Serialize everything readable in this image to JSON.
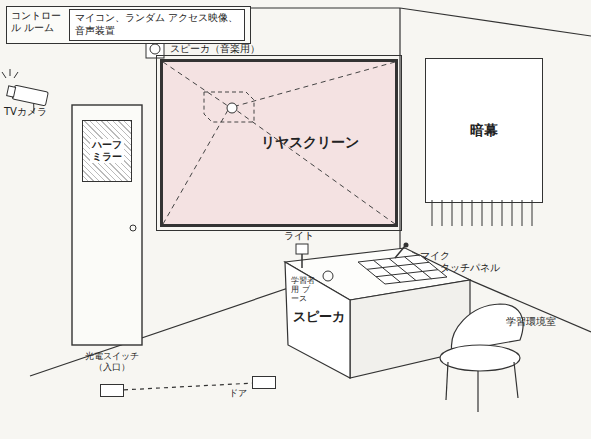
{
  "diagram": {
    "nodes": [
      {
        "text": [
          "コントロール ルーム"
        ]
      },
      {
        "text": [
          "マイコン、ランダム アクセス映像、音声装置"
        ],
        "in": 0
      },
      {
        "text": [
          "リヤスクリーン"
        ]
      },
      {
        "text": [
          "暗幕"
        ]
      },
      {
        "text": [
          "ハーフ ミラー"
        ]
      },
      {
        "text": [
          "スピーカ",
          "学習者用 ブース"
        ]
      },
      {
        "text": [
          "光電スイッチ （入口）"
        ]
      },
      {
        "text": [
          "ドア"
        ]
      }
    ],
    "edges": [
      {
        "from": 6,
        "to": 7,
        "arrow": "none"
      }
    ],
    "labels": [
      "スピーカ（音楽用）",
      "TVカメラ",
      "ライト",
      "マイク",
      "タッチパネル",
      "学習環境室"
    ]
  }
}
